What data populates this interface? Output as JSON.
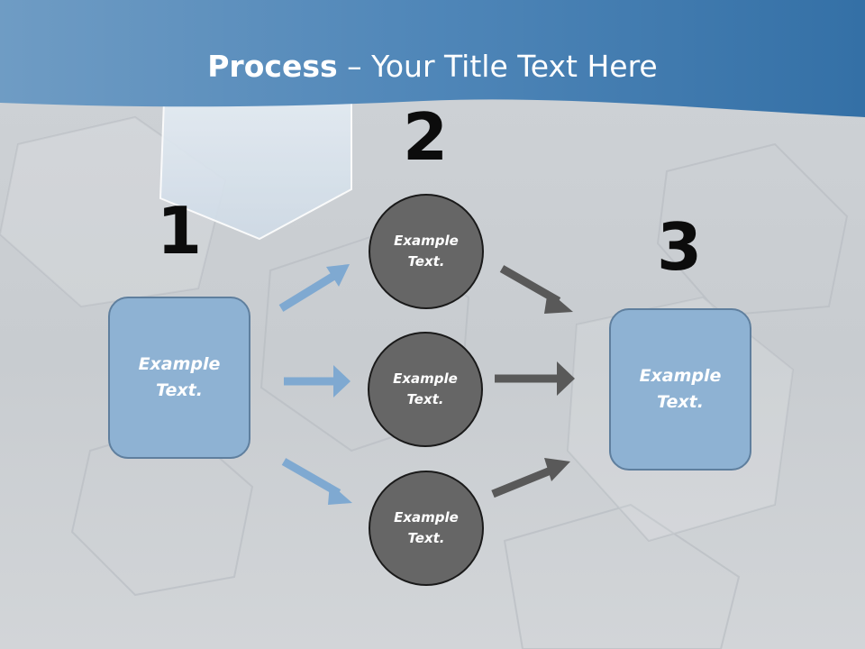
{
  "title": {
    "bold": "Process",
    "rest": " – Your Title Text Here"
  },
  "steps": [
    {
      "number": "1"
    },
    {
      "number": "2"
    },
    {
      "number": "3"
    }
  ],
  "boxes": {
    "left": "Example Text.",
    "right": "Example Text."
  },
  "circles": [
    "Example Text.",
    "Example Text.",
    "Example Text."
  ],
  "colors": {
    "header_blue": "#3f78aa",
    "box_fill": "#8eb2d3",
    "circle_fill": "#666666",
    "arrow_blue": "#7fa9d1",
    "arrow_gray": "#595959"
  }
}
